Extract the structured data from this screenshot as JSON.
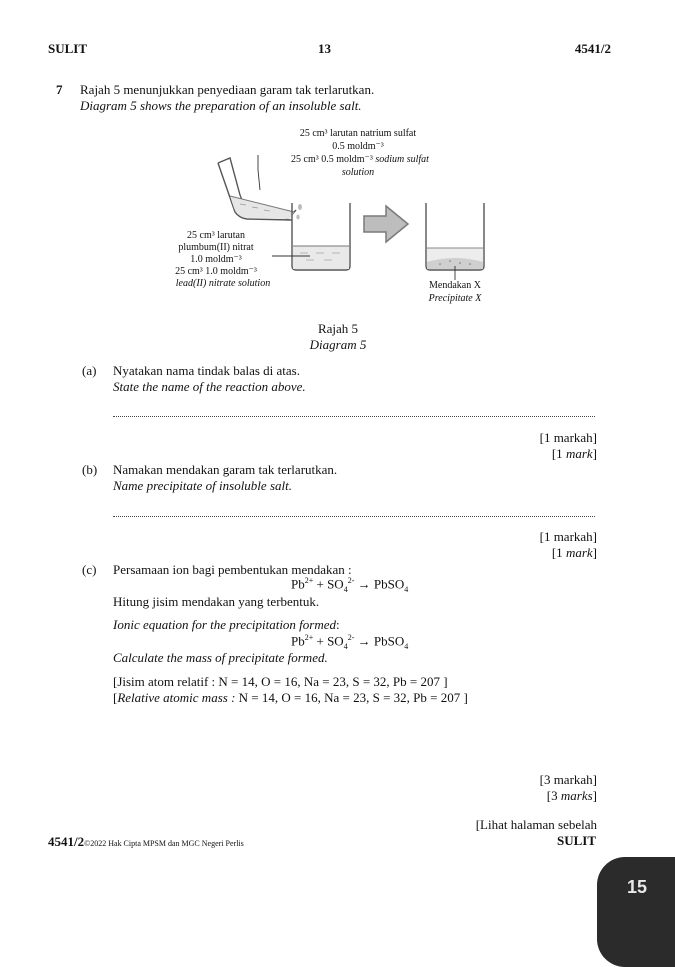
{
  "header": {
    "left": "SULIT",
    "center": "13",
    "right": "4541/2"
  },
  "question": {
    "number": "7",
    "intro_ms": "Rajah 5 menunjukkan penyediaan garam tak terlarutkan.",
    "intro_en": "Diagram 5 shows the preparation of an insoluble salt."
  },
  "diagram": {
    "sodium_ms_1": "25 cm³ larutan natrium sulfat",
    "sodium_ms_2": "0.5 moldm⁻³",
    "sodium_en_1": "25 cm³ 0.5 moldm⁻³",
    "sodium_en_1_italic": "sodium sulfat",
    "sodium_en_2": "solution",
    "lead_ms_1": "25 cm³ larutan",
    "lead_ms_2": "plumbum(II) nitrat",
    "lead_ms_3": "1.0 moldm⁻³",
    "lead_en_1": "25 cm³ 1.0 moldm⁻³",
    "lead_en_2": "lead(II) nitrate solution",
    "precip_ms": "Mendakan X",
    "precip_en": "Precipitate X",
    "caption_ms": "Rajah 5",
    "caption_en": "Diagram 5"
  },
  "part_a": {
    "label": "(a)",
    "q_ms": "Nyatakan nama tindak balas di atas.",
    "q_en": "State the name of the reaction above.",
    "marks_ms": "[1 markah]",
    "marks_en_pre": "[1 ",
    "marks_en_word": "mark",
    "marks_en_post": "]"
  },
  "part_b": {
    "label": "(b)",
    "q_ms": "Namakan mendakan garam tak terlarutkan.",
    "q_en": "Name precipitate of insoluble salt.",
    "marks_ms": "[1 markah]",
    "marks_en_pre": "[1 ",
    "marks_en_word": "mark",
    "marks_en_post": "]"
  },
  "part_c": {
    "label": "(c)",
    "q_ms": "Persamaan ion bagi pembentukan mendakan :",
    "calc_ms": "Hitung jisim mendakan yang terbentuk.",
    "q_en": "Ionic equation for the precipitation formed",
    "q_en_colon": ":",
    "calc_en": "Calculate the mass of precipitate formed.",
    "eq_pb": "Pb",
    "eq_pb_charge": "2+",
    "eq_plus": " + SO",
    "eq_so_sub": "4",
    "eq_so_charge": "2-",
    "eq_arrow": " → PbSO",
    "eq_prod_sub": "4",
    "ram_ms": "[Jisim atom relatif : N = 14, O = 16, Na = 23, S = 32, Pb = 207 ]",
    "ram_en_label": "Relative atomic mass :",
    "ram_en_open": "[",
    "ram_en_values": " N = 14, O = 16, Na = 23, S = 32, Pb = 207 ]",
    "marks_ms": "[3 markah]",
    "marks_en_pre": "[3 ",
    "marks_en_word": "marks",
    "marks_en_post": "]"
  },
  "footer": {
    "next_page": "[Lihat halaman sebelah",
    "code": "4541/2",
    "copyright": "©2022 Hak Cipta MPSM dan MGC Negeri Perlis",
    "sulit": "SULIT"
  },
  "page_badge": "15"
}
